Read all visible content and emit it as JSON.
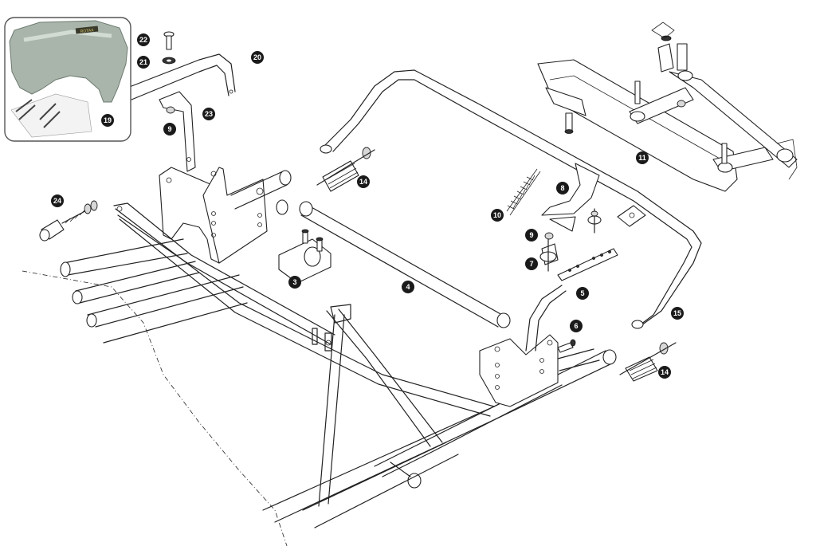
{
  "diagram": {
    "callouts": [
      {
        "label": "22"
      },
      {
        "label": "21"
      },
      {
        "label": "20"
      },
      {
        "label": "23"
      },
      {
        "label": "9"
      },
      {
        "label": "19"
      },
      {
        "label": "24"
      },
      {
        "label": "14"
      },
      {
        "label": "3"
      },
      {
        "label": "4"
      },
      {
        "label": "10"
      },
      {
        "label": "8"
      },
      {
        "label": "9"
      },
      {
        "label": "7"
      },
      {
        "label": "5"
      },
      {
        "label": "6"
      },
      {
        "label": "15"
      },
      {
        "label": "14"
      },
      {
        "label": "11"
      }
    ],
    "inset": {
      "badge_text": "ROTAX"
    },
    "colors": {
      "callout_fill": "#1a1a1a",
      "callout_text": "#ffffff",
      "line": "#222222",
      "inset_border": "#555555",
      "cover_fill": "#a9b5ab"
    }
  }
}
